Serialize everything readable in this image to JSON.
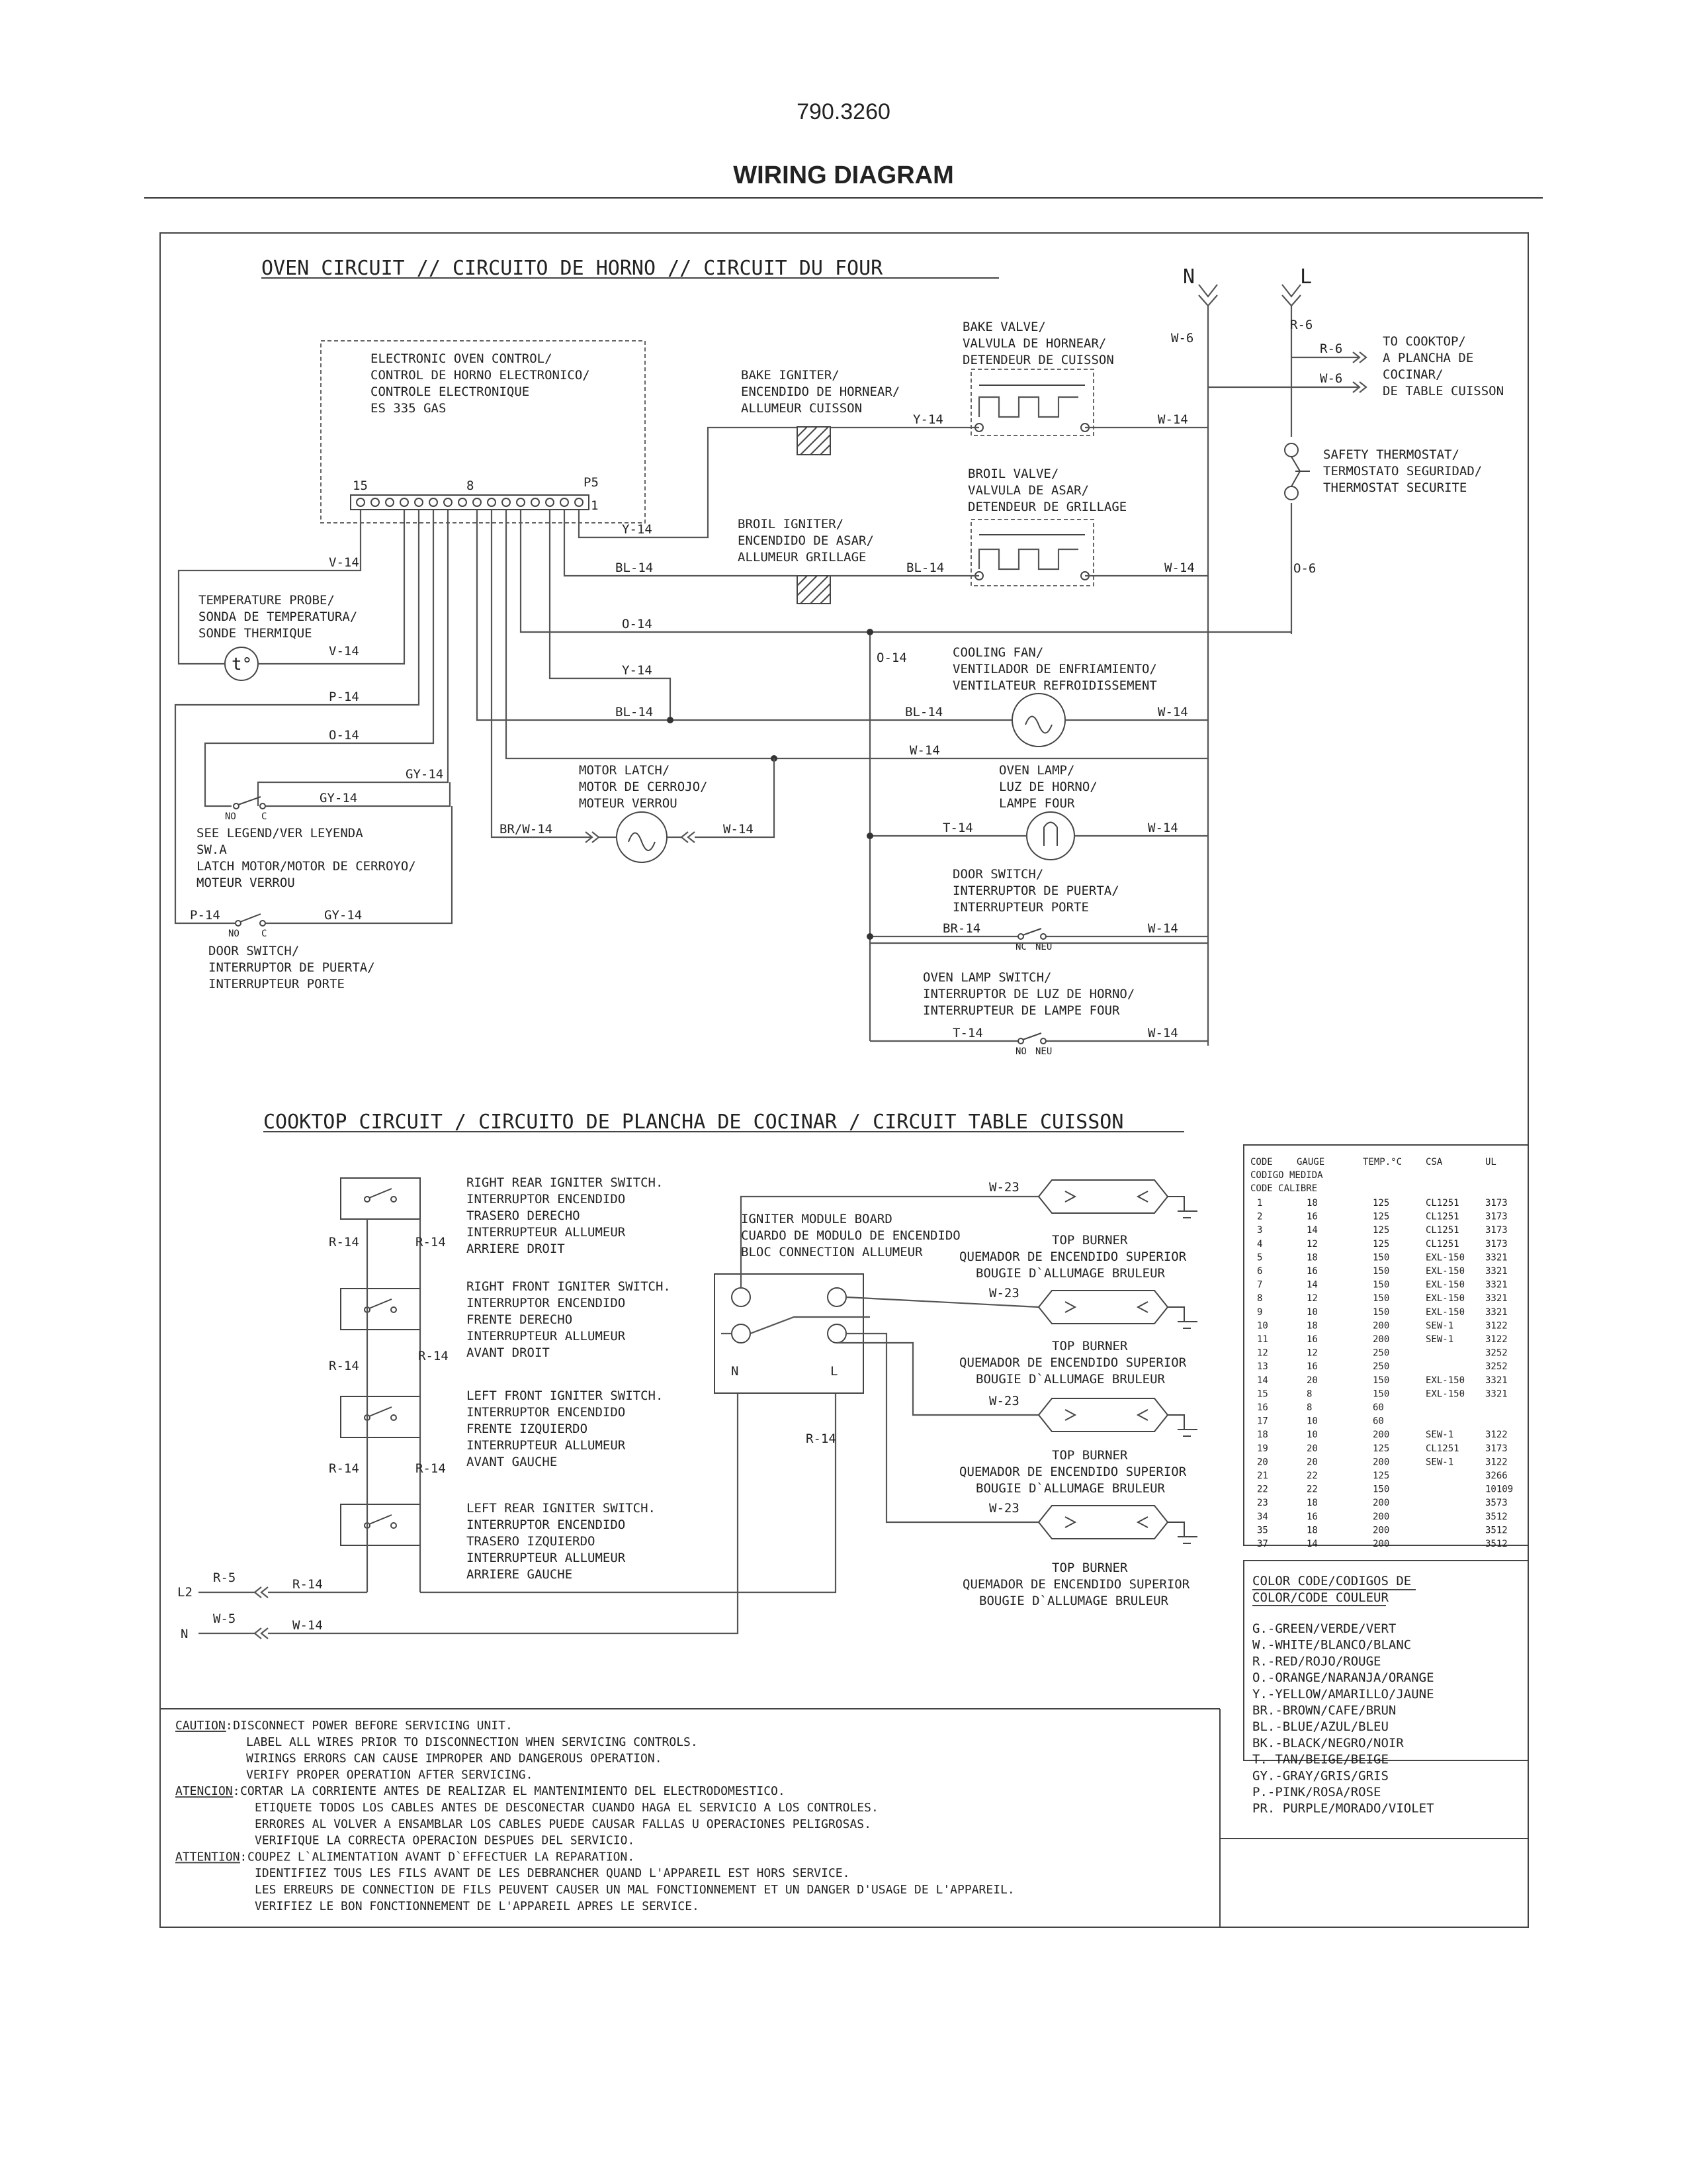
{
  "doc_number": "790.3260",
  "doc_title": "WIRING DIAGRAM",
  "oven": {
    "heading": "OVEN CIRCUIT // CIRCUITO DE HORNO // CIRCUIT DU FOUR",
    "N": "N",
    "L": "L",
    "control": [
      "ELECTRONIC OVEN CONTROL/",
      "CONTROL DE HORNO ELECTRONICO/",
      "CONTROLE ELECTRONIQUE",
      "ES 335 GAS"
    ],
    "pin15": "15",
    "pin8": "8",
    "pinP5": "P5",
    "pin1": "1",
    "bake_valve": [
      "BAKE VALVE/",
      "VALVULA DE HORNEAR/",
      "DETENDEUR DE CUISSON"
    ],
    "bake_igniter": [
      "BAKE IGNITER/",
      "ENCENDIDO DE HORNEAR/",
      "ALLUMEUR CUISSON"
    ],
    "broil_valve": [
      "BROIL VALVE/",
      "VALVULA DE ASAR/",
      "DETENDEUR DE GRILLAGE"
    ],
    "broil_igniter": [
      "BROIL IGNITER/",
      "ENCENDIDO DE ASAR/",
      "ALLUMEUR GRILLAGE"
    ],
    "to_cooktop": [
      "TO COOKTOP/",
      "A PLANCHA DE",
      "COCINAR/",
      "DE TABLE CUISSON"
    ],
    "safety_thermostat": [
      "SAFETY THERMOSTAT/",
      "TERMOSTATO SEGURIDAD/",
      "THERMOSTAT SECURITE"
    ],
    "temp_probe": [
      "TEMPERATURE PROBE/",
      "SONDA DE TEMPERATURA/",
      "SONDE THERMIQUE"
    ],
    "probe_symbol": "t°",
    "cooling_fan": [
      "COOLING FAN/",
      "VENTILADOR DE ENFRIAMIENTO/",
      "VENTILATEUR REFROIDISSEMENT"
    ],
    "motor_latch": [
      "MOTOR LATCH/",
      "MOTOR DE CERROJO/",
      "MOTEUR VERROU"
    ],
    "oven_lamp": [
      "OVEN LAMP/",
      "LUZ DE HORNO/",
      "LAMPE FOUR"
    ],
    "door_switch_right": [
      "DOOR SWITCH/",
      "INTERRUPTOR DE PUERTA/",
      "INTERRUPTEUR PORTE"
    ],
    "oven_lamp_switch": [
      "OVEN LAMP SWITCH/",
      "INTERRUPTOR DE LUZ DE HORNO/",
      "INTERRUPTEUR DE LAMPE FOUR"
    ],
    "latch_legend": [
      "SEE LEGEND/VER LEYENDA",
      "SW.A",
      "LATCH MOTOR/MOTOR DE CERROYO/",
      "MOTEUR VERROU"
    ],
    "door_switch_left": [
      "DOOR SWITCH/",
      "INTERRUPTOR DE PUERTA/",
      "INTERRUPTEUR PORTE"
    ],
    "no": "NO",
    "c": "C",
    "nc": "NC",
    "neu": "NEU",
    "wires": {
      "W6": "W-6",
      "W14": "W-14",
      "R6": "R-6",
      "O6": "O-6",
      "Y14": "Y-14",
      "BL14": "BL-14",
      "V14": "V-14",
      "O14": "O-14",
      "P14": "P-14",
      "GY14": "GY-14",
      "BRW14": "BR/W-14",
      "T14": "T-14",
      "BR14": "BR-14"
    }
  },
  "cooktop": {
    "heading": "COOKTOP CIRCUIT / CIRCUITO DE PLANCHA DE COCINAR / CIRCUIT TABLE CUISSON",
    "switches": [
      [
        "RIGHT REAR IGNITER SWITCH.",
        "INTERRUPTOR ENCENDIDO",
        "TRASERO DERECHO",
        "INTERRUPTEUR ALLUMEUR",
        "ARRIERE DROIT"
      ],
      [
        "RIGHT FRONT IGNITER SWITCH.",
        "INTERRUPTOR  ENCENDIDO",
        "FRENTE DERECHO",
        "INTERRUPTEUR ALLUMEUR",
        "AVANT DROIT"
      ],
      [
        "LEFT FRONT IGNITER SWITCH.",
        "INTERRUPTOR  ENCENDIDO",
        "FRENTE IZQUIERDO",
        "INTERRUPTEUR ALLUMEUR",
        "AVANT GAUCHE"
      ],
      [
        "LEFT REAR IGNITER SWITCH.",
        "INTERRUPTOR ENCENDIDO",
        "TRASERO IZQUIERDO",
        "INTERRUPTEUR ALLUMEUR",
        "ARRIERE GAUCHE"
      ]
    ],
    "module": [
      "IGNITER MODULE BOARD",
      "CUARDO DE MODULO DE ENCENDIDO",
      "BLOC CONNECTION ALLUMEUR"
    ],
    "module_N": "N",
    "module_L": "L",
    "burner": [
      "TOP BURNER",
      "QUEMADOR DE ENCENDIDO SUPERIOR",
      "BOUGIE D`ALLUMAGE BRULEUR"
    ],
    "wires": {
      "R14": "R-14",
      "W23": "W-23",
      "R5": "R-5",
      "W5": "W-5",
      "W14": "W-14",
      "L2": "L2",
      "N": "N"
    }
  },
  "gauge_table": {
    "headers": [
      "CODE",
      "GAUGE",
      "TEMP.°C",
      "CSA",
      "UL"
    ],
    "subheaders": [
      "CODIGO MEDIDA",
      "CODE   CALIBRE"
    ],
    "rows": [
      [
        "1",
        "18",
        "125",
        "CL1251",
        "3173"
      ],
      [
        "2",
        "16",
        "125",
        "CL1251",
        "3173"
      ],
      [
        "3",
        "14",
        "125",
        "CL1251",
        "3173"
      ],
      [
        "4",
        "12",
        "125",
        "CL1251",
        "3173"
      ],
      [
        "5",
        "18",
        "150",
        "EXL-150",
        "3321"
      ],
      [
        "6",
        "16",
        "150",
        "EXL-150",
        "3321"
      ],
      [
        "7",
        "14",
        "150",
        "EXL-150",
        "3321"
      ],
      [
        "8",
        "12",
        "150",
        "EXL-150",
        "3321"
      ],
      [
        "9",
        "10",
        "150",
        "EXL-150",
        "3321"
      ],
      [
        "10",
        "18",
        "200",
        "SEW-1",
        "3122"
      ],
      [
        "11",
        "16",
        "200",
        "SEW-1",
        "3122"
      ],
      [
        "12",
        "12",
        "250",
        "",
        "3252"
      ],
      [
        "13",
        "16",
        "250",
        "",
        "3252"
      ],
      [
        "14",
        "20",
        "150",
        "EXL-150",
        "3321"
      ],
      [
        "15",
        "8",
        "150",
        "EXL-150",
        "3321"
      ],
      [
        "16",
        "8",
        "60",
        "",
        ""
      ],
      [
        "17",
        "10",
        "60",
        "",
        ""
      ],
      [
        "18",
        "10",
        "200",
        "SEW-1",
        "3122"
      ],
      [
        "19",
        "20",
        "125",
        "CL1251",
        "3173"
      ],
      [
        "20",
        "20",
        "200",
        "SEW-1",
        "3122"
      ],
      [
        "21",
        "22",
        "125",
        "",
        "3266"
      ],
      [
        "22",
        "22",
        "150",
        "",
        "10109"
      ],
      [
        "23",
        "18",
        "200",
        "",
        "3573"
      ],
      [
        "34",
        "16",
        "200",
        "",
        "3512"
      ],
      [
        "35",
        "18",
        "200",
        "",
        "3512"
      ],
      [
        "37",
        "14",
        "200",
        "",
        "3512"
      ]
    ]
  },
  "color_code": {
    "heading1": "COLOR CODE/CODIGOS DE",
    "heading2": "COLOR/CODE COULEUR",
    "items": [
      "G.-GREEN/VERDE/VERT",
      "W.-WHITE/BLANCO/BLANC",
      "R.-RED/ROJO/ROUGE",
      "O.-ORANGE/NARANJA/ORANGE",
      "Y.-YELLOW/AMARILLO/JAUNE",
      "BR.-BROWN/CAFE/BRUN",
      "BL.-BLUE/AZUL/BLEU",
      "BK.-BLACK/NEGRO/NOIR",
      "T. TAN/BEIGE/BEIGE",
      "GY.-GRAY/GRIS/GRIS",
      "P.-PINK/ROSA/ROSE",
      "PR. PURPLE/MORADO/VIOLET"
    ]
  },
  "caution": {
    "lines": [
      {
        "label": "CAUTION:",
        "text": "DISCONNECT POWER BEFORE SERVICING UNIT."
      },
      {
        "label": "",
        "text": "LABEL ALL WIRES PRIOR TO DISCONNECTION WHEN SERVICING CONTROLS."
      },
      {
        "label": "",
        "text": "WIRINGS ERRORS CAN CAUSE IMPROPER AND DANGEROUS OPERATION."
      },
      {
        "label": "",
        "text": "VERIFY PROPER OPERATION AFTER SERVICING."
      },
      {
        "label": "ATENCION:",
        "text": "CORTAR LA CORRIENTE ANTES DE REALIZAR EL MANTENIMIENTO DEL ELECTRODOMESTICO."
      },
      {
        "label": "",
        "text": "ETIQUETE TODOS LOS CABLES ANTES DE DESCONECTAR CUANDO HAGA EL SERVICIO A LOS CONTROLES."
      },
      {
        "label": "",
        "text": "ERRORES AL VOLVER A ENSAMBLAR LOS CABLES PUEDE CAUSAR FALLAS U OPERACIONES PELIGROSAS."
      },
      {
        "label": "",
        "text": "VERIFIQUE LA CORRECTA OPERACION DESPUES DEL SERVICIO."
      },
      {
        "label": "ATTENTION:",
        "text": "COUPEZ L`ALIMENTATION AVANT D`EFFECTUER LA REPARATION."
      },
      {
        "label": "",
        "text": "IDENTIFIEZ TOUS LES FILS AVANT DE LES DEBRANCHER QUAND L'APPAREIL EST HORS SERVICE."
      },
      {
        "label": "",
        "text": "LES ERREURS DE CONNECTION DE FILS PEUVENT CAUSER UN MAL FONCTIONNEMENT ET UN DANGER D'USAGE DE L'APPAREIL."
      },
      {
        "label": "",
        "text": "VERIFIEZ LE BON FONCTIONNEMENT DE L'APPAREIL APRES LE SERVICE."
      }
    ]
  }
}
